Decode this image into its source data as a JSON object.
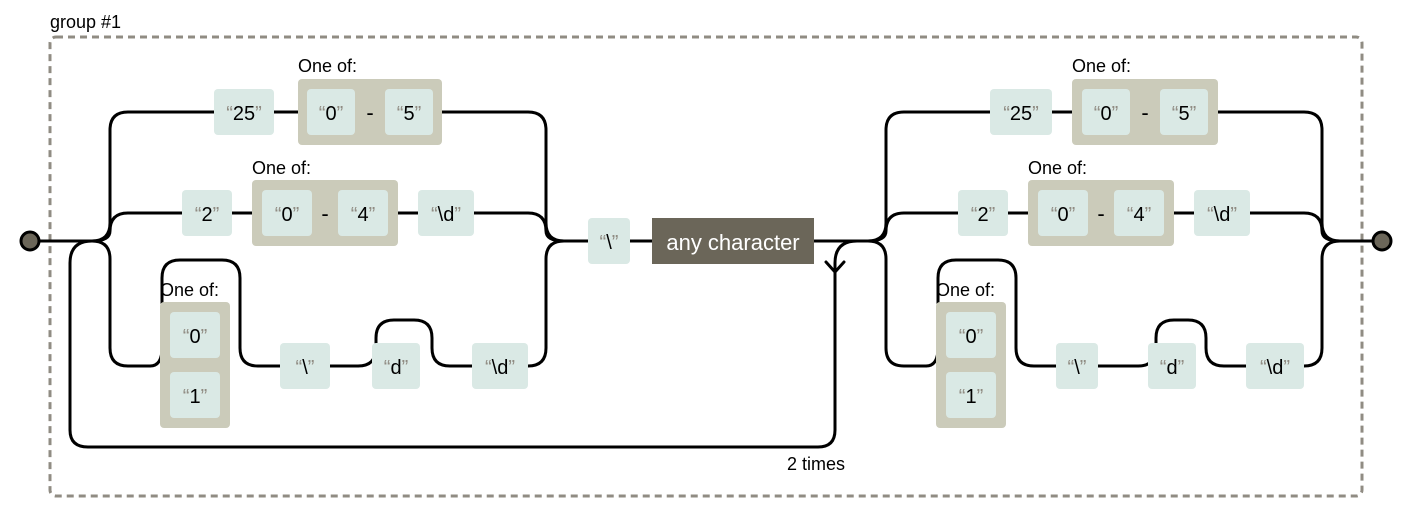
{
  "group_label": "group #1",
  "one_of_label": "One of:",
  "repeat_label": "2 times",
  "any_character_label": "any character",
  "quote_open": "“",
  "quote_close": "”",
  "range_dash": "-",
  "literals": {
    "twenty_five": "25",
    "zero": "0",
    "five": "5",
    "two": "2",
    "four": "4",
    "one": "1",
    "digit_class": "\\d",
    "backslash": "\\",
    "d": "d"
  },
  "colors": {
    "group_border": "#908c83",
    "set_box": "#cbcbba",
    "literal_box": "#dae9e5",
    "any_character_box": "#6b6659",
    "terminal": "#6b6659",
    "quote_mark": "#908c83"
  }
}
